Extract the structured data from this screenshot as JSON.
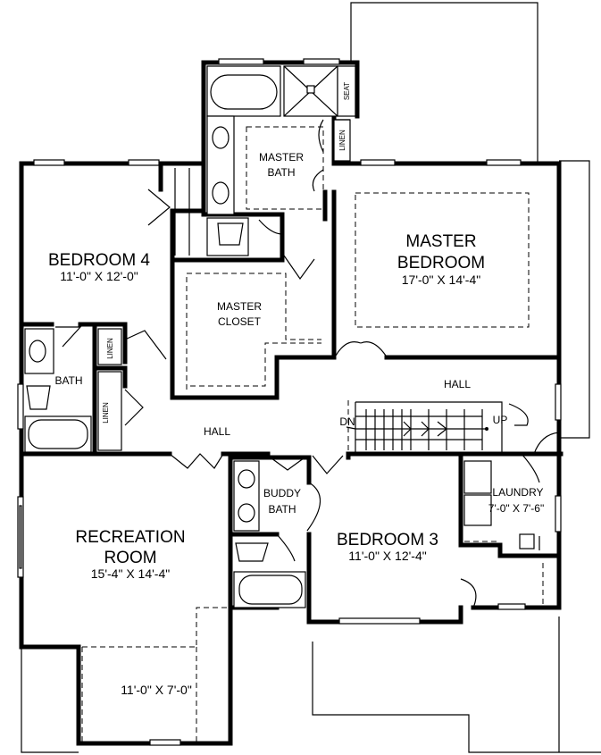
{
  "rooms": {
    "bedroom4": {
      "name": "BEDROOM 4",
      "dims": "11'-0\" X 12'-0\""
    },
    "master_bedroom": {
      "name_line1": "MASTER",
      "name_line2": "BEDROOM",
      "dims": "17'-0\" X 14'-4\""
    },
    "master_bath": {
      "line1": "MASTER",
      "line2": "BATH"
    },
    "master_closet": {
      "line1": "MASTER",
      "line2": "CLOSET"
    },
    "bath": {
      "name": "BATH"
    },
    "buddy_bath": {
      "line1": "BUDDY",
      "line2": "BATH"
    },
    "bedroom3": {
      "name": "BEDROOM 3",
      "dims": "11'-0\" X 12'-4\""
    },
    "recreation": {
      "line1": "RECREATION",
      "line2": "ROOM",
      "dims": "15'-4\" X 14'-4\""
    },
    "laundry": {
      "name": "LAUNDRY",
      "dims": "7'-0\" X 7'-6\""
    },
    "bonus": {
      "dims": "11'-0\" X 7'-0\""
    }
  },
  "labels": {
    "hall_upper": "HALL",
    "hall_lower": "HALL",
    "seat": "SEAT",
    "linen_master": "LINEN",
    "linen_bath_upper": "LINEN",
    "linen_bath_lower": "LINEN",
    "stairs_down": "DN",
    "stairs_up": "UP"
  }
}
